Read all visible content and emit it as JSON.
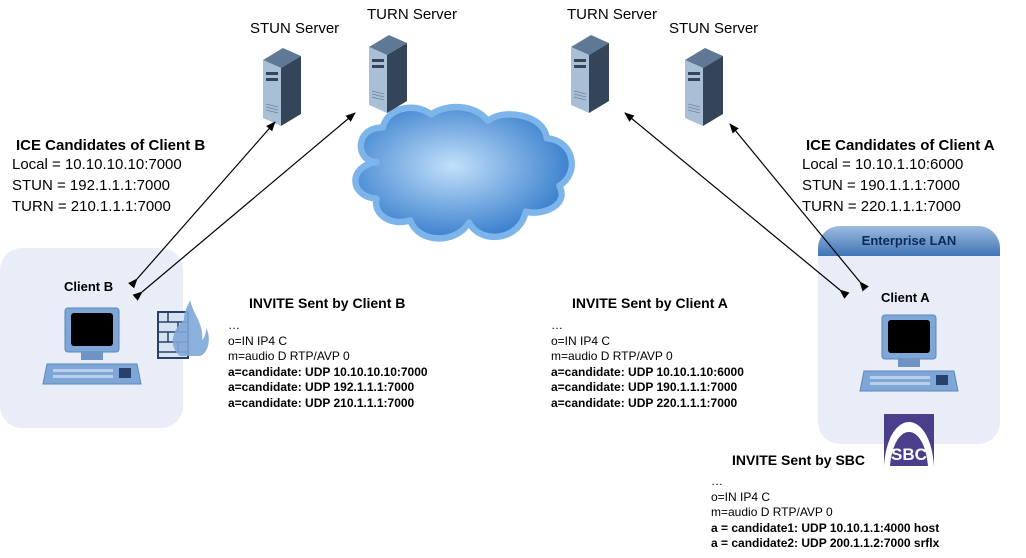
{
  "servers": {
    "left_stun": {
      "label": "STUN Server"
    },
    "left_turn": {
      "label": "TURN Server"
    },
    "right_turn": {
      "label": "TURN Server"
    },
    "right_stun": {
      "label": "STUN Server"
    }
  },
  "ice_client_b": {
    "title": "ICE Candidates of Client B",
    "lines": [
      "Local = 10.10.10.10:7000",
      "STUN = 192.1.1.1:7000",
      "TURN = 210.1.1.1:7000"
    ]
  },
  "ice_client_a": {
    "title": "ICE Candidates of Client A",
    "lines": [
      "Local = 10.10.1.10:6000",
      "STUN = 190.1.1.1:7000",
      "TURN = 220.1.1.1:7000"
    ]
  },
  "client_b": {
    "label": "Client B"
  },
  "client_a": {
    "label": "Client A"
  },
  "enterprise_lan": {
    "label": "Enterprise LAN"
  },
  "sbc": {
    "label": "SBC"
  },
  "invite_b": {
    "title": "INVITE Sent by Client B",
    "plain": [
      "…",
      "o=IN IP4 C",
      "m=audio D RTP/AVP 0"
    ],
    "bold": [
      "a=candidate: UDP 10.10.10.10:7000",
      "a=candidate: UDP 192.1.1.1:7000",
      "a=candidate: UDP 210.1.1.1:7000"
    ]
  },
  "invite_a": {
    "title": "INVITE Sent by Client A",
    "plain": [
      "…",
      "o=IN IP4 C",
      "m=audio D RTP/AVP 0"
    ],
    "bold": [
      "a=candidate: UDP 10.10.1.10:6000",
      "a=candidate: UDP 190.1.1.1:7000",
      "a=candidate: UDP 220.1.1.1:7000"
    ]
  },
  "invite_sbc": {
    "title": "INVITE Sent by  SBC",
    "plain": [
      "…",
      "o=IN IP4 C",
      "m=audio D RTP/AVP 0"
    ],
    "bold": [
      "a = candidate1: UDP 10.10.1.1:4000 host",
      "a = candidate2: UDP 200.1.1.2:7000 srflx"
    ]
  },
  "colors": {
    "zone_bg": "#e8edf7",
    "sbc_purple": "#4b3f8c",
    "server_dark": "#3c4d60",
    "cloud_blue": "#4a8fd8"
  }
}
